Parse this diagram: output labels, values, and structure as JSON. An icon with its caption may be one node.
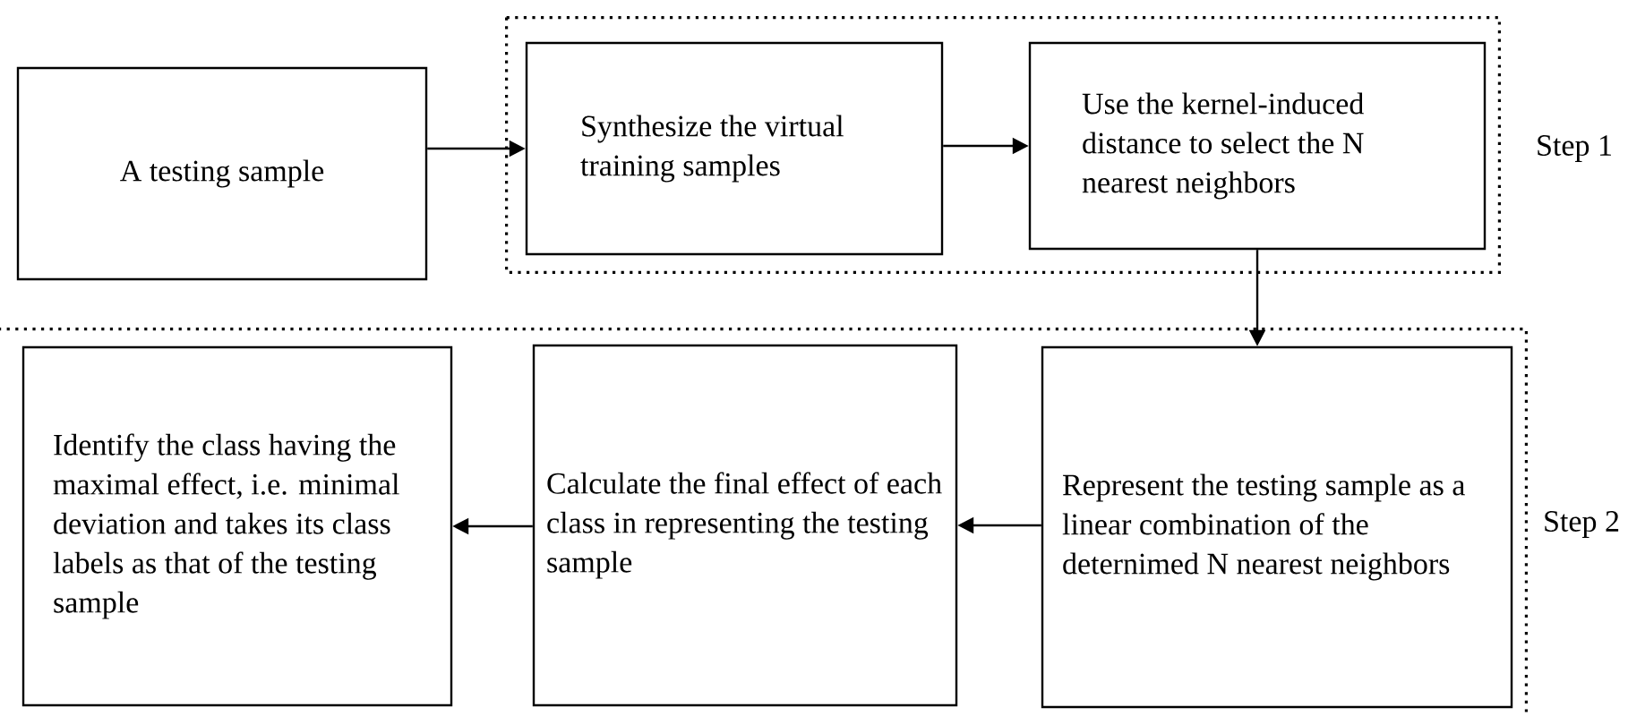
{
  "diagram": {
    "nodes": [
      {
        "text": [
          "A testing sample"
        ]
      },
      {
        "text": [
          "Step 1"
        ]
      },
      {
        "text": [
          "Synthesize the virtual training samples"
        ],
        "in": 1
      },
      {
        "text": [
          "Use the kernel-induced distance to select the N nearest neighbors"
        ],
        "in": 1
      },
      {
        "text": [
          "Step 2"
        ]
      },
      {
        "text": [
          "Represent the testing sample as a linear combination of the deternimed N nearest neighbors"
        ],
        "in": 4
      },
      {
        "text": [
          "Calculate the final effect of each class in representing the testing sample"
        ],
        "in": 4
      },
      {
        "text": [
          "Identify the class having the maximal effect, i.e. minimal deviation and takes its class labels as that of the testing sample"
        ],
        "in": 4
      }
    ],
    "edges": [
      {
        "from": 0,
        "to": 2,
        "arrow": "to"
      },
      {
        "from": 2,
        "to": 3,
        "arrow": "to"
      },
      {
        "from": 3,
        "to": 5,
        "arrow": "to"
      },
      {
        "from": 5,
        "to": 6,
        "arrow": "to"
      },
      {
        "from": 6,
        "to": 7,
        "arrow": "to"
      }
    ]
  }
}
